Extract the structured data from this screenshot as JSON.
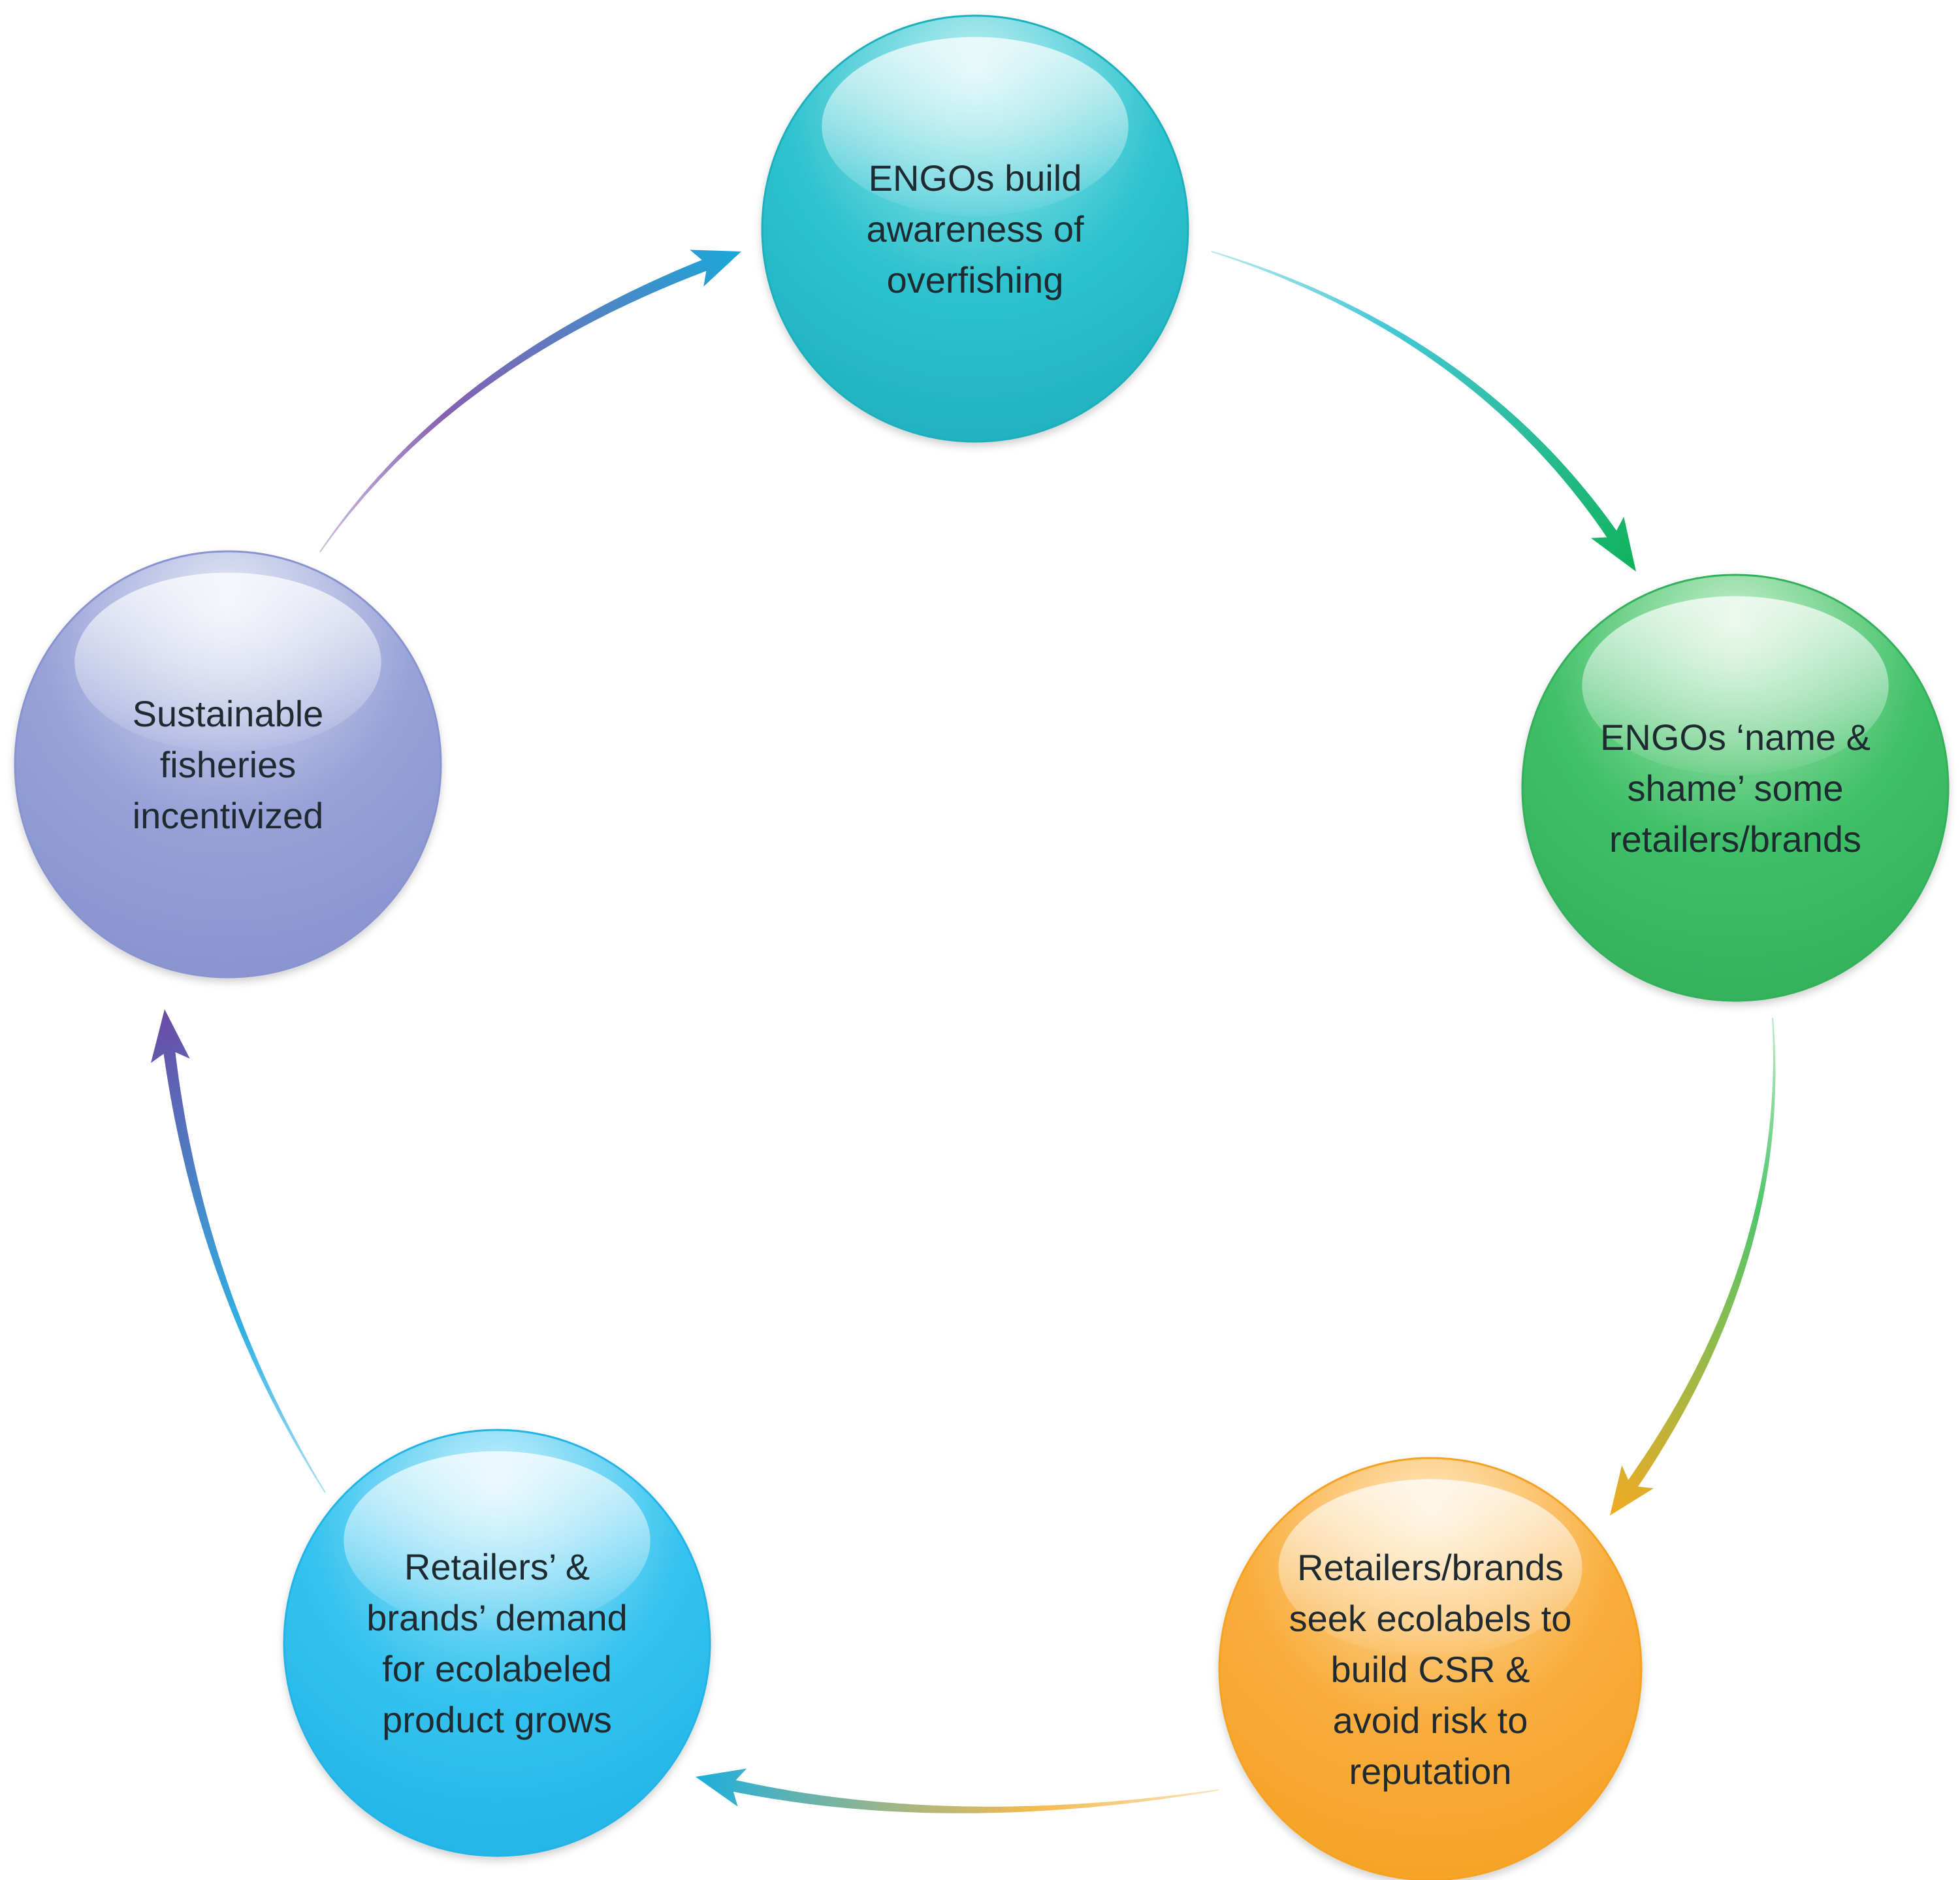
{
  "nodes": [
    {
      "id": "awareness",
      "lines": [
        "ENGOs build",
        "awareness of",
        "overfishing"
      ],
      "color": "#2ec3cf",
      "highlight": "#bdf0f2",
      "edge": "#1fb0bd"
    },
    {
      "id": "name-shame",
      "lines": [
        "ENGOs ‘name &",
        "shame’ some",
        "retailers/brands"
      ],
      "color": "#3fc068",
      "highlight": "#c7efcc",
      "edge": "#33b05a"
    },
    {
      "id": "seek-ecolabels",
      "lines": [
        "Retailers/brands",
        "seek ecolabels to",
        "build CSR &",
        "avoid risk to",
        "reputation"
      ],
      "color": "#f9ad3d",
      "highlight": "#ffe7bd",
      "edge": "#f5a224"
    },
    {
      "id": "demand-grows",
      "lines": [
        "Retailers’ &",
        "brands’ demand",
        "for ecolabeled",
        "product grows"
      ],
      "color": "#35c3ef",
      "highlight": "#c9f0fc",
      "edge": "#22b4e6"
    },
    {
      "id": "fisheries-incentivized",
      "lines": [
        "Sustainable",
        "fisheries",
        "incentivized"
      ],
      "color": "#97a2d8",
      "highlight": "#e6e9f6",
      "edge": "#8893cf"
    }
  ],
  "arrows": [
    {
      "from": "awareness",
      "to": "name-shame",
      "start_color": "#2fc1d2",
      "end_color": "#10b25a"
    },
    {
      "from": "name-shame",
      "to": "seek-ecolabels",
      "start_color": "#3cc05a",
      "end_color": "#f2aa22"
    },
    {
      "from": "seek-ecolabels",
      "to": "demand-grows",
      "start_color": "#f2b23a",
      "end_color": "#1aaee0"
    },
    {
      "from": "demand-grows",
      "to": "fisheries-incentivized",
      "start_color": "#1aa8e0",
      "end_color": "#6b4aa6"
    },
    {
      "from": "fisheries-incentivized",
      "to": "awareness",
      "start_color": "#7a4ea8",
      "end_color": "#1aa8d8"
    }
  ]
}
